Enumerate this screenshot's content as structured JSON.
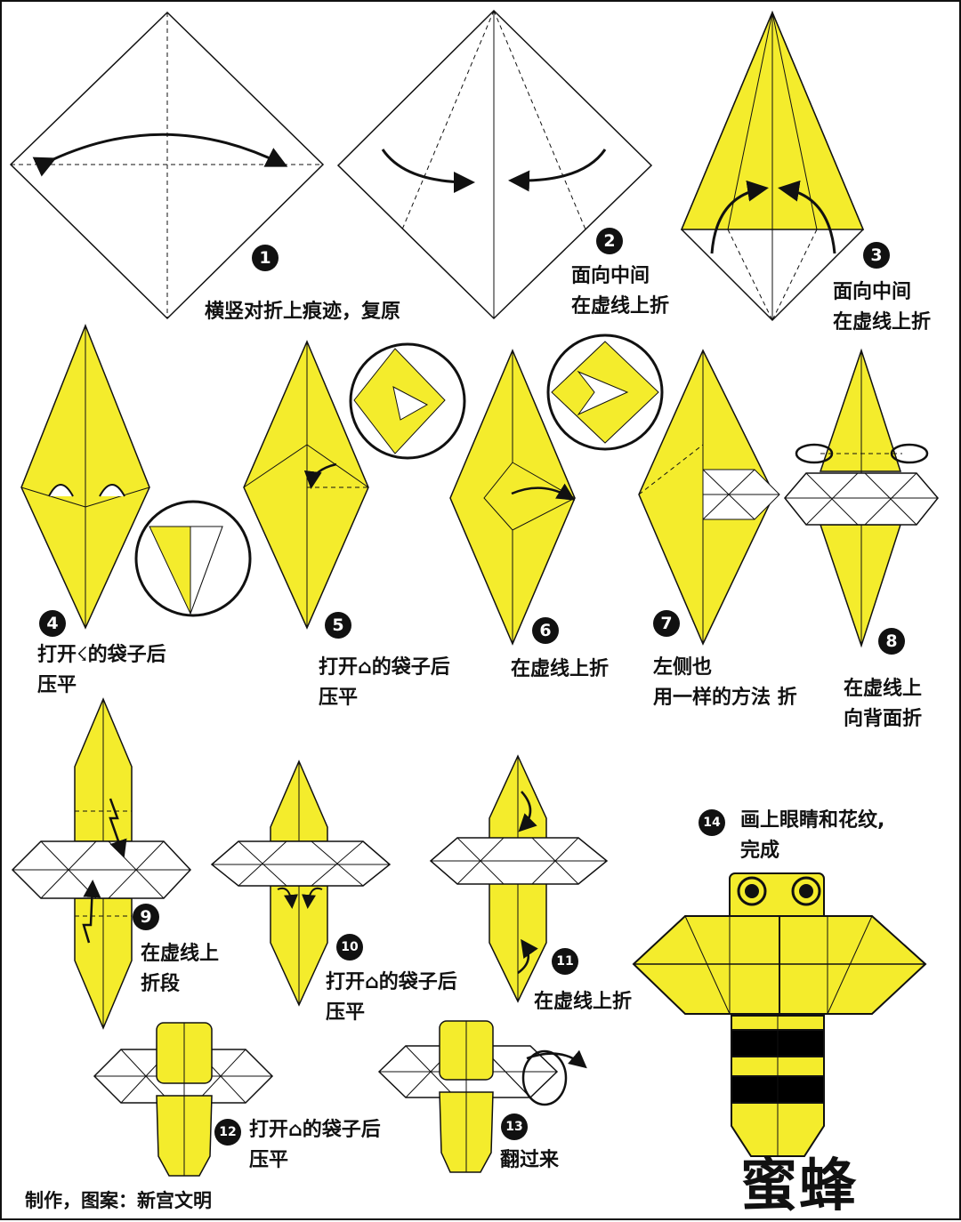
{
  "title": "蜜蜂",
  "credit": "制作，图案：新宫文明",
  "colors": {
    "paper": "#f4ec2c",
    "outline": "#111111",
    "white_paper": "#ffffff",
    "stripe": "#000000"
  },
  "steps": [
    {
      "num": "1",
      "lines": [
        "横竖对折上痕迹，复原"
      ]
    },
    {
      "num": "2",
      "lines": [
        "面向中间",
        "在虚线上折"
      ]
    },
    {
      "num": "3",
      "lines": [
        "面向中间",
        "在虚线上折"
      ]
    },
    {
      "num": "4",
      "lines": [
        "打开☇的袋子后",
        "压平"
      ]
    },
    {
      "num": "5",
      "lines": [
        "打开⌂的袋子后",
        "压平"
      ]
    },
    {
      "num": "6",
      "lines": [
        "在虚线上折"
      ]
    },
    {
      "num": "7",
      "lines": [
        "左侧也",
        "用一样的方法 折"
      ]
    },
    {
      "num": "8",
      "lines": [
        "在虚线上",
        "向背面折"
      ]
    },
    {
      "num": "9",
      "lines": [
        "在虚线上",
        "折段"
      ]
    },
    {
      "num": "10",
      "lines": [
        "打开⌂的袋子后",
        "压平"
      ]
    },
    {
      "num": "11",
      "lines": [
        "在虚线上折"
      ]
    },
    {
      "num": "12",
      "lines": [
        "打开⌂的袋子后",
        "压平"
      ]
    },
    {
      "num": "13",
      "lines": [
        "翻过来"
      ]
    },
    {
      "num": "14",
      "lines": [
        "画上眼睛和花纹,",
        "完成"
      ]
    }
  ]
}
